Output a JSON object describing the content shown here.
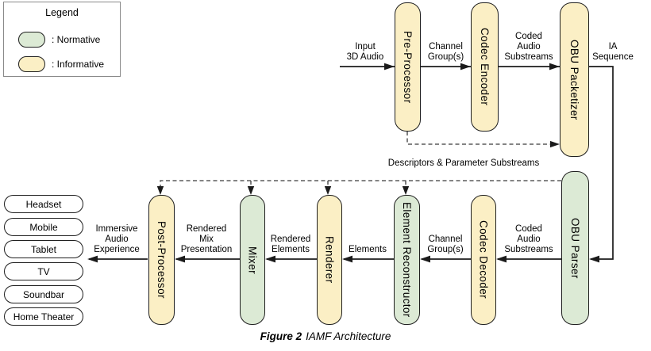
{
  "legend": {
    "title": "Legend",
    "items": [
      {
        "label": ": Normative",
        "swatch": "normative-color-pill"
      },
      {
        "label": ": Informative",
        "swatch": "informative-color-pill"
      }
    ]
  },
  "colors": {
    "normative_fill": "#DCEAD5",
    "informative_fill": "#FBEFC5",
    "outline": "#1F1F1F"
  },
  "nodes": {
    "pre_processor": {
      "label": "Pre-Processor",
      "type": "informative"
    },
    "codec_encoder": {
      "label": "Codec Encoder",
      "type": "informative"
    },
    "obu_packetizer": {
      "label": "OBU Packetizer",
      "type": "informative"
    },
    "obu_parser": {
      "label": "OBU Parser",
      "type": "normative"
    },
    "codec_decoder": {
      "label": "Codec Decoder",
      "type": "informative"
    },
    "element_reconstructor": {
      "label": "Element Reconstructor",
      "type": "normative"
    },
    "renderer": {
      "label": "Renderer",
      "type": "informative"
    },
    "mixer": {
      "label": "Mixer",
      "type": "normative"
    },
    "post_processor": {
      "label": "Post-Processor",
      "type": "informative"
    }
  },
  "labels": {
    "input": "Input\n3D Audio",
    "channel_groups_top": "Channel\nGroup(s)",
    "coded_audio_top": "Coded\nAudio\nSubstreams",
    "ia_sequence": "IA\nSequence",
    "descriptors": "Descriptors & Parameter Substreams",
    "coded_audio_bottom": "Coded\nAudio\nSubstreams",
    "channel_groups_bottom": "Channel\nGroup(s)",
    "elements": "Elements",
    "rendered_elements": "Rendered\nElements",
    "rendered_mix": "Rendered\nMix\nPresentation",
    "immersive": "Immersive\nAudio\nExperience"
  },
  "devices": [
    "Headset",
    "Mobile",
    "Tablet",
    "TV",
    "Soundbar",
    "Home Theater"
  ],
  "caption": {
    "figure": "Figure 2",
    "title": "IAMF Architecture"
  }
}
